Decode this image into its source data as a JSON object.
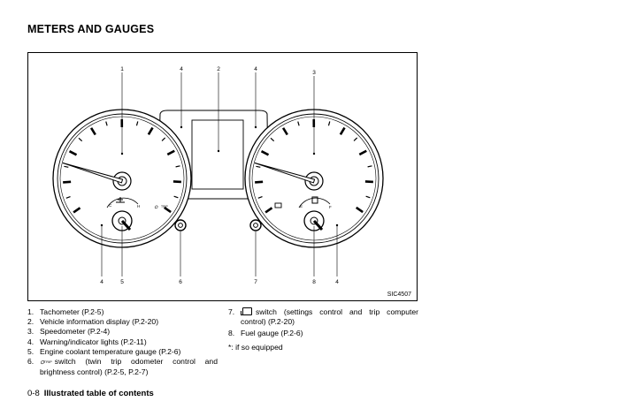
{
  "page_heading": "METERS AND GAUGES",
  "figure": {
    "code": "SIC4507",
    "callouts_top": [
      "1",
      "4",
      "2",
      "4",
      "3"
    ],
    "callouts_bottom": [
      "4",
      "5",
      "6",
      "7",
      "8",
      "4"
    ],
    "coolant_marks": [
      "C",
      "H"
    ],
    "fuel_marks": [
      "E",
      "F"
    ],
    "trip_icon_label": "TRIP"
  },
  "legend": {
    "items": [
      {
        "num": "1.",
        "text": "Tachometer (P.2-5)"
      },
      {
        "num": "2.",
        "text": "Vehicle information display (P.2-20)"
      },
      {
        "num": "3.",
        "text": "Speedometer (P.2-4)"
      },
      {
        "num": "4.",
        "text": "Warning/indicator lights (P.2-11)"
      },
      {
        "num": "5.",
        "text": "Engine coolant temperature gauge (P.2-6)"
      },
      {
        "num": "6.",
        "icon": "trip-switch-icon",
        "text": "switch (twin trip odometer control and brightness control) (P.2-5, P.2-7)"
      },
      {
        "num": "7.",
        "icon": "settings-switch-icon",
        "text": "switch (settings control and trip computer control) (P.2-20)"
      },
      {
        "num": "8.",
        "text": "Fuel gauge (P.2-6)"
      }
    ],
    "note": "*: if so equipped"
  },
  "footer": {
    "page_number": "0-8",
    "section_title": "Illustrated table of contents"
  }
}
